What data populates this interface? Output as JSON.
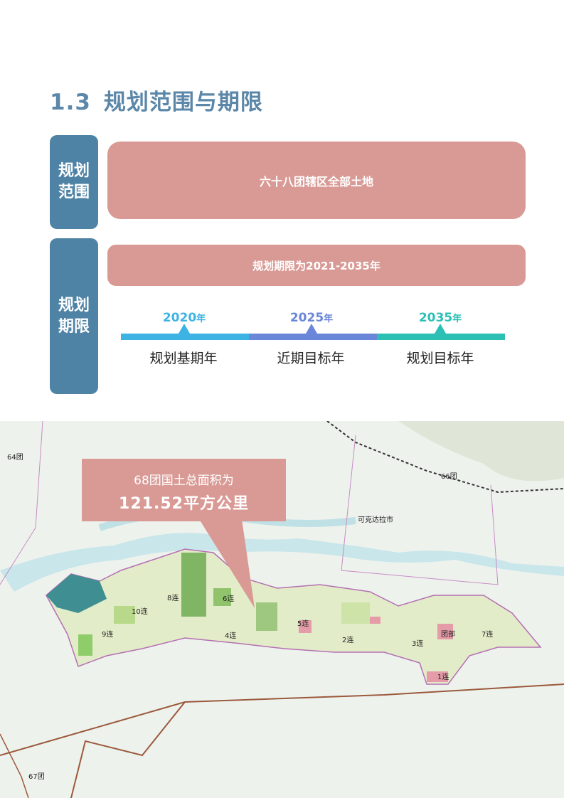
{
  "section": {
    "number": "1.3",
    "title": "规划范围与期限"
  },
  "scope": {
    "label_line1": "规划",
    "label_line2": "范围",
    "content": "六十八团辖区全部土地"
  },
  "period": {
    "label_line1": "规划",
    "label_line2": "期限",
    "content": "规划期限为2021-2035年",
    "timeline": [
      {
        "year": "2020",
        "suffix": "年",
        "label": "规划基期年",
        "color": "#3db3e3"
      },
      {
        "year": "2025",
        "suffix": "年",
        "label": "近期目标年",
        "color": "#6a86d8"
      },
      {
        "year": "2035",
        "suffix": "年",
        "label": "规划目标年",
        "color": "#2cc0b5"
      }
    ]
  },
  "map": {
    "callout_line1": "68团国土总面积为",
    "callout_line2": "121.52平方公里",
    "labels": {
      "t64": "64团",
      "t66": "66团",
      "t67": "67团",
      "city": "可克达拉市",
      "c10": "10连",
      "c8": "8连",
      "c6": "6连",
      "c9": "9连",
      "c4": "4连",
      "c5": "5连",
      "c2": "2连",
      "c3": "3连",
      "hq": "团部",
      "c7": "7连",
      "c1": "1连"
    }
  }
}
